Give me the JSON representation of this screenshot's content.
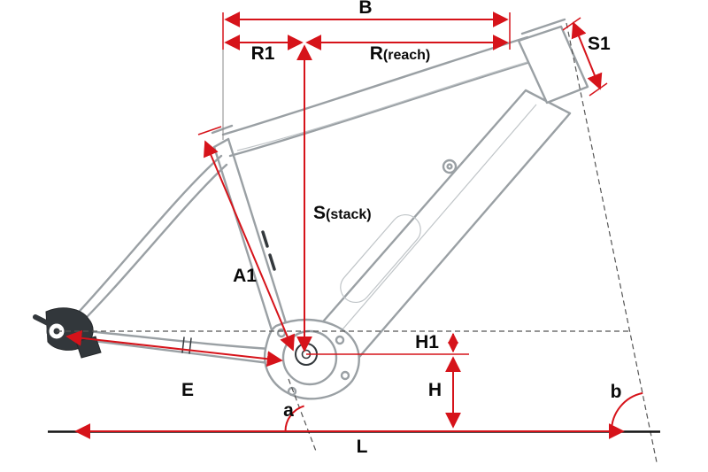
{
  "labels": {
    "B": "B",
    "R1": "R1",
    "R_main": "R",
    "R_sub": "(reach)",
    "S1": "S1",
    "S_main": "S",
    "S_sub": "(stack)",
    "A1": "A1",
    "H1": "H1",
    "H": "H",
    "E": "E",
    "L": "L",
    "a": "a",
    "b": "b"
  },
  "colors": {
    "dimension_red": "#d6131a",
    "frame_gray": "#9aa0a4",
    "ground_black": "#141414"
  }
}
